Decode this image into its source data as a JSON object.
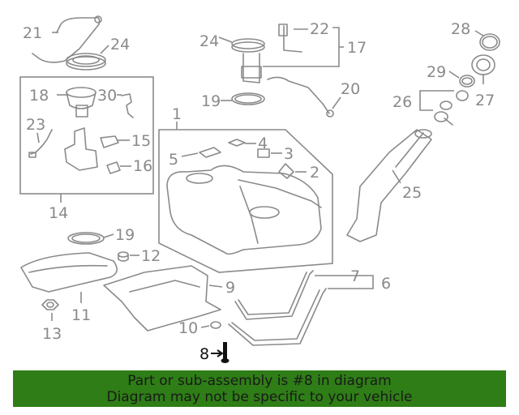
{
  "callouts": [
    "1",
    "2",
    "3",
    "4",
    "5",
    "6",
    "7",
    "8",
    "9",
    "10",
    "11",
    "12",
    "13",
    "14",
    "15",
    "16",
    "17",
    "18",
    "19",
    "19",
    "20",
    "21",
    "22",
    "23",
    "24",
    "24",
    "25",
    "26",
    "27",
    "28",
    "29",
    "30"
  ],
  "highlighted_part": "8",
  "banner": {
    "line1": "Part or sub-assembly is #8 in diagram",
    "line2": "Diagram may not be specific to your vehicle",
    "bg_color": "#2e7d16"
  },
  "colors": {
    "linework": "#8a8a8a",
    "highlight": "#111111"
  }
}
